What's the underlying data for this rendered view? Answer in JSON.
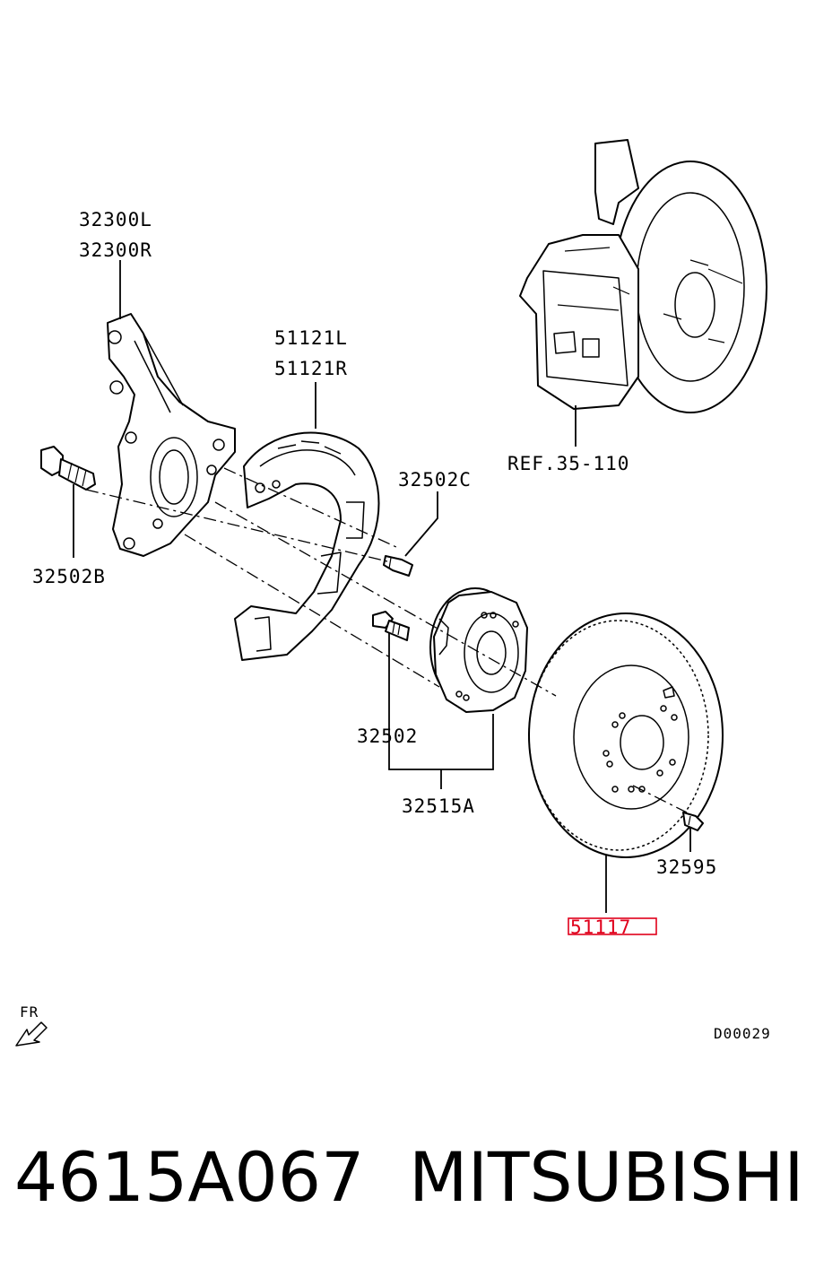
{
  "labels": {
    "knuckle_left": "32300L",
    "knuckle_right": "32300R",
    "dust_shield_left": "51121L",
    "dust_shield_right": "51121R",
    "bolt_c": "32502C",
    "bolt_b": "32502B",
    "ref": "REF.35-110",
    "hub_bolt": "32502",
    "hub_assembly": "32515A",
    "screw": "32595",
    "rotor": "51117"
  },
  "orientation": {
    "text": "FR"
  },
  "diagram_code": "D00029",
  "footer": {
    "part_number": "4615A067",
    "brand": "MITSUBISHI"
  },
  "colors": {
    "highlight": "#e0001b",
    "ink": "#000000"
  }
}
